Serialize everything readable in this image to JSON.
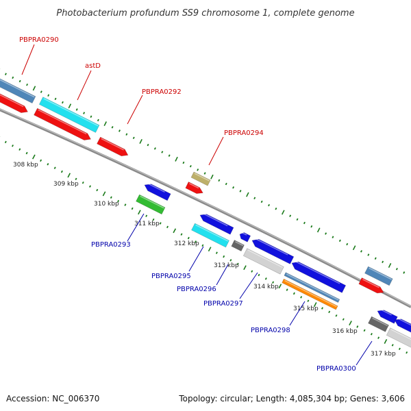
{
  "title": "Photobacterium profundum SS9 chromosome 1, complete genome",
  "footer": {
    "accession": "Accession: NC_006370",
    "summary": "Topology: circular; Length: 4,085,304 bp; Genes: 3,606"
  },
  "colors": {
    "forward_label": "#cc0000",
    "reverse_label": "#0000aa",
    "backbone": "#8a8a8a",
    "ticks": "#1a7a1a",
    "red": "#ee1111",
    "steelblue": "#4f86b8",
    "cyan": "#22e0ee",
    "blue": "#1111dd",
    "green": "#33bb33",
    "khaki": "#bdb06a",
    "darkgray": "#666666",
    "lightgray": "#d2d2d2",
    "orange": "#ff8800"
  },
  "kbp_labels": [
    "308 kbp",
    "309 kbp",
    "310 kbp",
    "311 kbp",
    "312 kbp",
    "313 kbp",
    "314 kbp",
    "315 kbp",
    "316 kbp",
    "317 kbp"
  ],
  "gene_labels": [
    {
      "text": "PBPRA0290",
      "strand": "forward"
    },
    {
      "text": "astD",
      "strand": "forward"
    },
    {
      "text": "PBPRA0292",
      "strand": "forward"
    },
    {
      "text": "PBPRA0294",
      "strand": "forward"
    },
    {
      "text": "PBPRA0293",
      "strand": "reverse"
    },
    {
      "text": "PBPRA0295",
      "strand": "reverse"
    },
    {
      "text": "PBPRA0296",
      "strand": "reverse"
    },
    {
      "text": "PBPRA0297",
      "strand": "reverse"
    },
    {
      "text": "PBPRA0298",
      "strand": "reverse"
    },
    {
      "text": "PBPRA0300",
      "strand": "reverse"
    }
  ]
}
